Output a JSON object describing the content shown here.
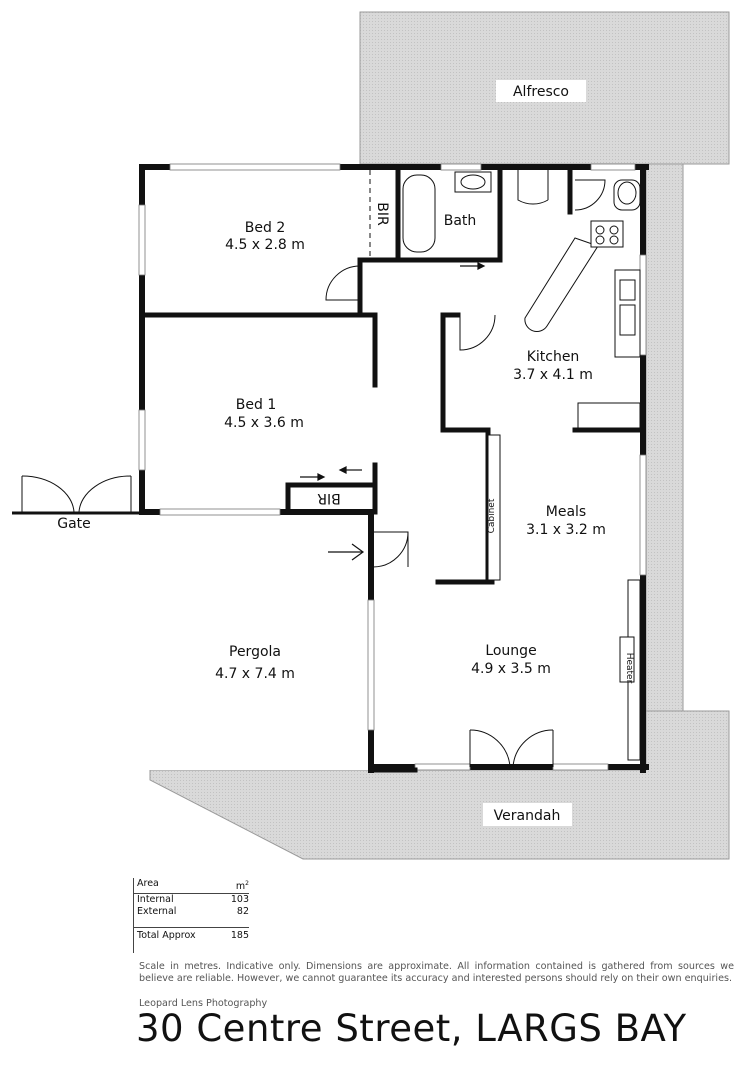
{
  "rooms": {
    "alfresco": "Alfresco",
    "bed2": {
      "name": "Bed 2",
      "size": "4.5 x 2.8 m"
    },
    "bir_top": "BIR",
    "bath": "Bath",
    "bed1": {
      "name": "Bed 1",
      "size": "4.5 x 3.6 m"
    },
    "bir_bottom": "BIR",
    "kitchen": {
      "name": "Kitchen",
      "size": "3.7 x 4.1 m"
    },
    "meals": {
      "name": "Meals",
      "size": "3.1 x 3.2 m"
    },
    "cabinet": "Cabinet",
    "lounge": {
      "name": "Lounge",
      "size": "4.9 x 3.5 m"
    },
    "heater": "Heater",
    "pergola": {
      "name": "Pergola",
      "size": "4.7 x 7.4 m"
    },
    "verandah": "Verandah",
    "gate": "Gate"
  },
  "area_table": {
    "header_label": "Area",
    "header_unit": "m",
    "header_unit_sup": "2",
    "internal_label": "Internal",
    "internal_value": "103",
    "external_label": "External",
    "external_value": "82",
    "total_label": "Total Approx",
    "total_value": "185"
  },
  "disclaimer": "Scale in metres. Indicative only. Dimensions are approximate. All information contained is gathered from sources we believe are reliable. However, we cannot guarantee its accuracy and interested persons should rely on their own enquiries.",
  "credit": "Leopard Lens Photography",
  "address": "30 Centre Street, LARGS BAY",
  "colors": {
    "wall": "#111111",
    "outdoor": "#d6d6d6",
    "hatch": "#c4c4c4",
    "window": "#ffffff"
  }
}
